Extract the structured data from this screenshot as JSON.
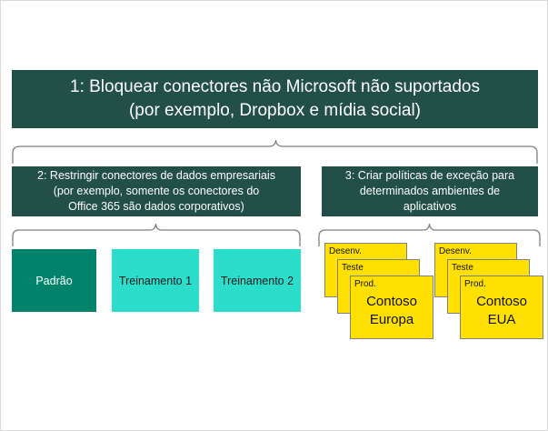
{
  "diagram": {
    "level1": {
      "lines": [
        "1: Bloquear conectores não Microsoft não suportados",
        "(por exemplo, Dropbox e mídia social)"
      ]
    },
    "level2": [
      {
        "id": "box2",
        "lines": [
          "2: Restringir conectores de dados empresariais",
          "(por exemplo, somente os conectores do",
          "Office 365 são dados corporativos)"
        ]
      },
      {
        "id": "box3",
        "lines": [
          "3: Criar políticas de exceção para",
          "determinados ambientes de",
          "aplicativos"
        ]
      }
    ],
    "environments": [
      {
        "label": "Padrão",
        "style": "dark"
      },
      {
        "label": "Treinamento 1",
        "style": "light"
      },
      {
        "label": "Treinamento 2",
        "style": "light"
      }
    ],
    "note_stacks": [
      {
        "title": "Contoso Europa",
        "title_lines": [
          "Contoso",
          "Europa"
        ],
        "notes": [
          "Desenv.",
          "Teste",
          "Prod."
        ]
      },
      {
        "title": "Contoso EUA",
        "title_lines": [
          "Contoso",
          "EUA"
        ],
        "notes": [
          "Desenv.",
          "Teste",
          "Prod."
        ]
      }
    ],
    "colors": {
      "banner": "#224F47",
      "env_dark": "#00826B",
      "env_light": "#2BDDCB",
      "note": "#FFE000",
      "note_border": "#808080",
      "brace": "#7f7f7f",
      "canvas_border": "#d9d9d9"
    }
  }
}
